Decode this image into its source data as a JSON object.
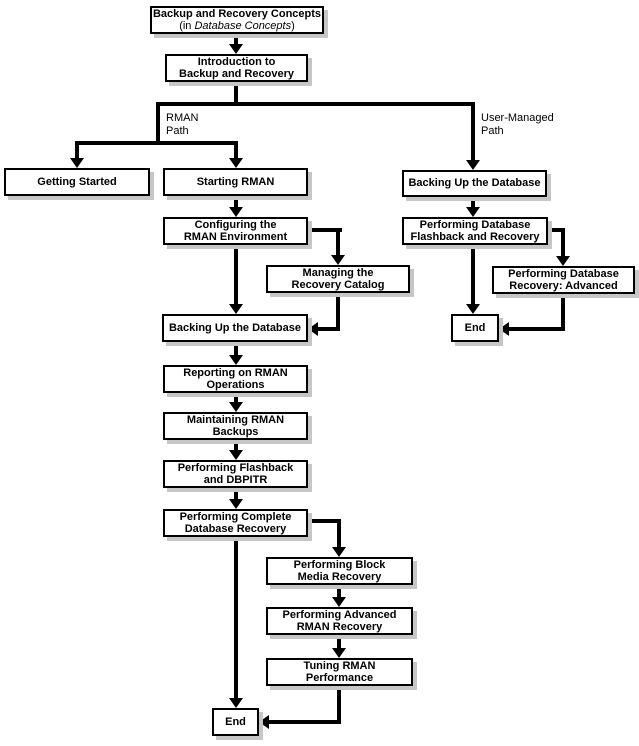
{
  "diagram": {
    "type": "flowchart",
    "subject": "Backup and Recovery documentation roadmap"
  },
  "colors": {
    "background": "#ffffff",
    "box_fill": "#ffffff",
    "box_border": "#000000",
    "line": "#000000",
    "shadow": "#c6c6c6",
    "text": "#000000"
  },
  "branch_labels": {
    "rman": {
      "line1": "RMAN",
      "line2": "Path"
    },
    "user_managed": {
      "line1": "User-Managed",
      "line2": "Path"
    }
  },
  "nodes": {
    "concepts": {
      "line1": "Backup and Recovery Concepts",
      "line2_pre": "(in ",
      "line2_italic": "Database Concepts",
      "line2_post": ")"
    },
    "intro": {
      "line1": "Introduction to",
      "line2": "Backup and Recovery"
    },
    "getting_started": {
      "line1": "Getting Started"
    },
    "starting_rman": {
      "line1": "Starting RMAN"
    },
    "configuring": {
      "line1": "Configuring the",
      "line2": "RMAN Environment"
    },
    "managing_catalog": {
      "line1": "Managing the",
      "line2": "Recovery Catalog"
    },
    "backing_up_left": {
      "line1": "Backing Up the Database"
    },
    "reporting": {
      "line1": "Reporting on RMAN",
      "line2": "Operations"
    },
    "maintaining": {
      "line1": "Maintaining RMAN",
      "line2": "Backups"
    },
    "flashback_dbpitr": {
      "line1": "Performing Flashback",
      "line2": "and DBPITR"
    },
    "complete_recovery": {
      "line1": "Performing Complete",
      "line2": "Database Recovery"
    },
    "block_media": {
      "line1": "Performing Block",
      "line2": "Media Recovery"
    },
    "advanced_rman": {
      "line1": "Performing Advanced",
      "line2": "RMAN Recovery"
    },
    "tuning": {
      "line1": "Tuning RMAN",
      "line2": "Performance"
    },
    "end_left": {
      "line1": "End"
    },
    "backing_up_right": {
      "line1": "Backing Up the Database"
    },
    "flashback_recovery": {
      "line1": "Performing Database",
      "line2": "Flashback and Recovery"
    },
    "recovery_advanced": {
      "line1": "Performing Database",
      "line2": "Recovery: Advanced"
    },
    "end_right": {
      "line1": "End"
    }
  },
  "edges": [
    "Backup and Recovery Concepts -> Introduction to Backup and Recovery",
    "Introduction to Backup and Recovery -> Getting Started (RMAN Path)",
    "Introduction to Backup and Recovery -> Starting RMAN (RMAN Path)",
    "Introduction to Backup and Recovery -> Backing Up the Database (User-Managed Path)",
    "Starting RMAN -> Configuring the RMAN Environment",
    "Configuring the RMAN Environment -> Managing the Recovery Catalog",
    "Configuring the RMAN Environment -> Backing Up the Database",
    "Managing the Recovery Catalog -> Backing Up the Database",
    "Backing Up the Database -> Reporting on RMAN Operations",
    "Reporting on RMAN Operations -> Maintaining RMAN Backups",
    "Maintaining RMAN Backups -> Performing Flashback and DBPITR",
    "Performing Flashback and DBPITR -> Performing Complete Database Recovery",
    "Performing Complete Database Recovery -> Performing Block Media Recovery",
    "Performing Complete Database Recovery -> End",
    "Performing Block Media Recovery -> Performing Advanced RMAN Recovery",
    "Performing Advanced RMAN Recovery -> Tuning RMAN Performance",
    "Tuning RMAN Performance -> End",
    "Backing Up the Database (User-Managed Path) -> Performing Database Flashback and Recovery",
    "Performing Database Flashback and Recovery -> Performing Database Recovery: Advanced",
    "Performing Database Flashback and Recovery -> End",
    "Performing Database Recovery: Advanced -> End"
  ]
}
